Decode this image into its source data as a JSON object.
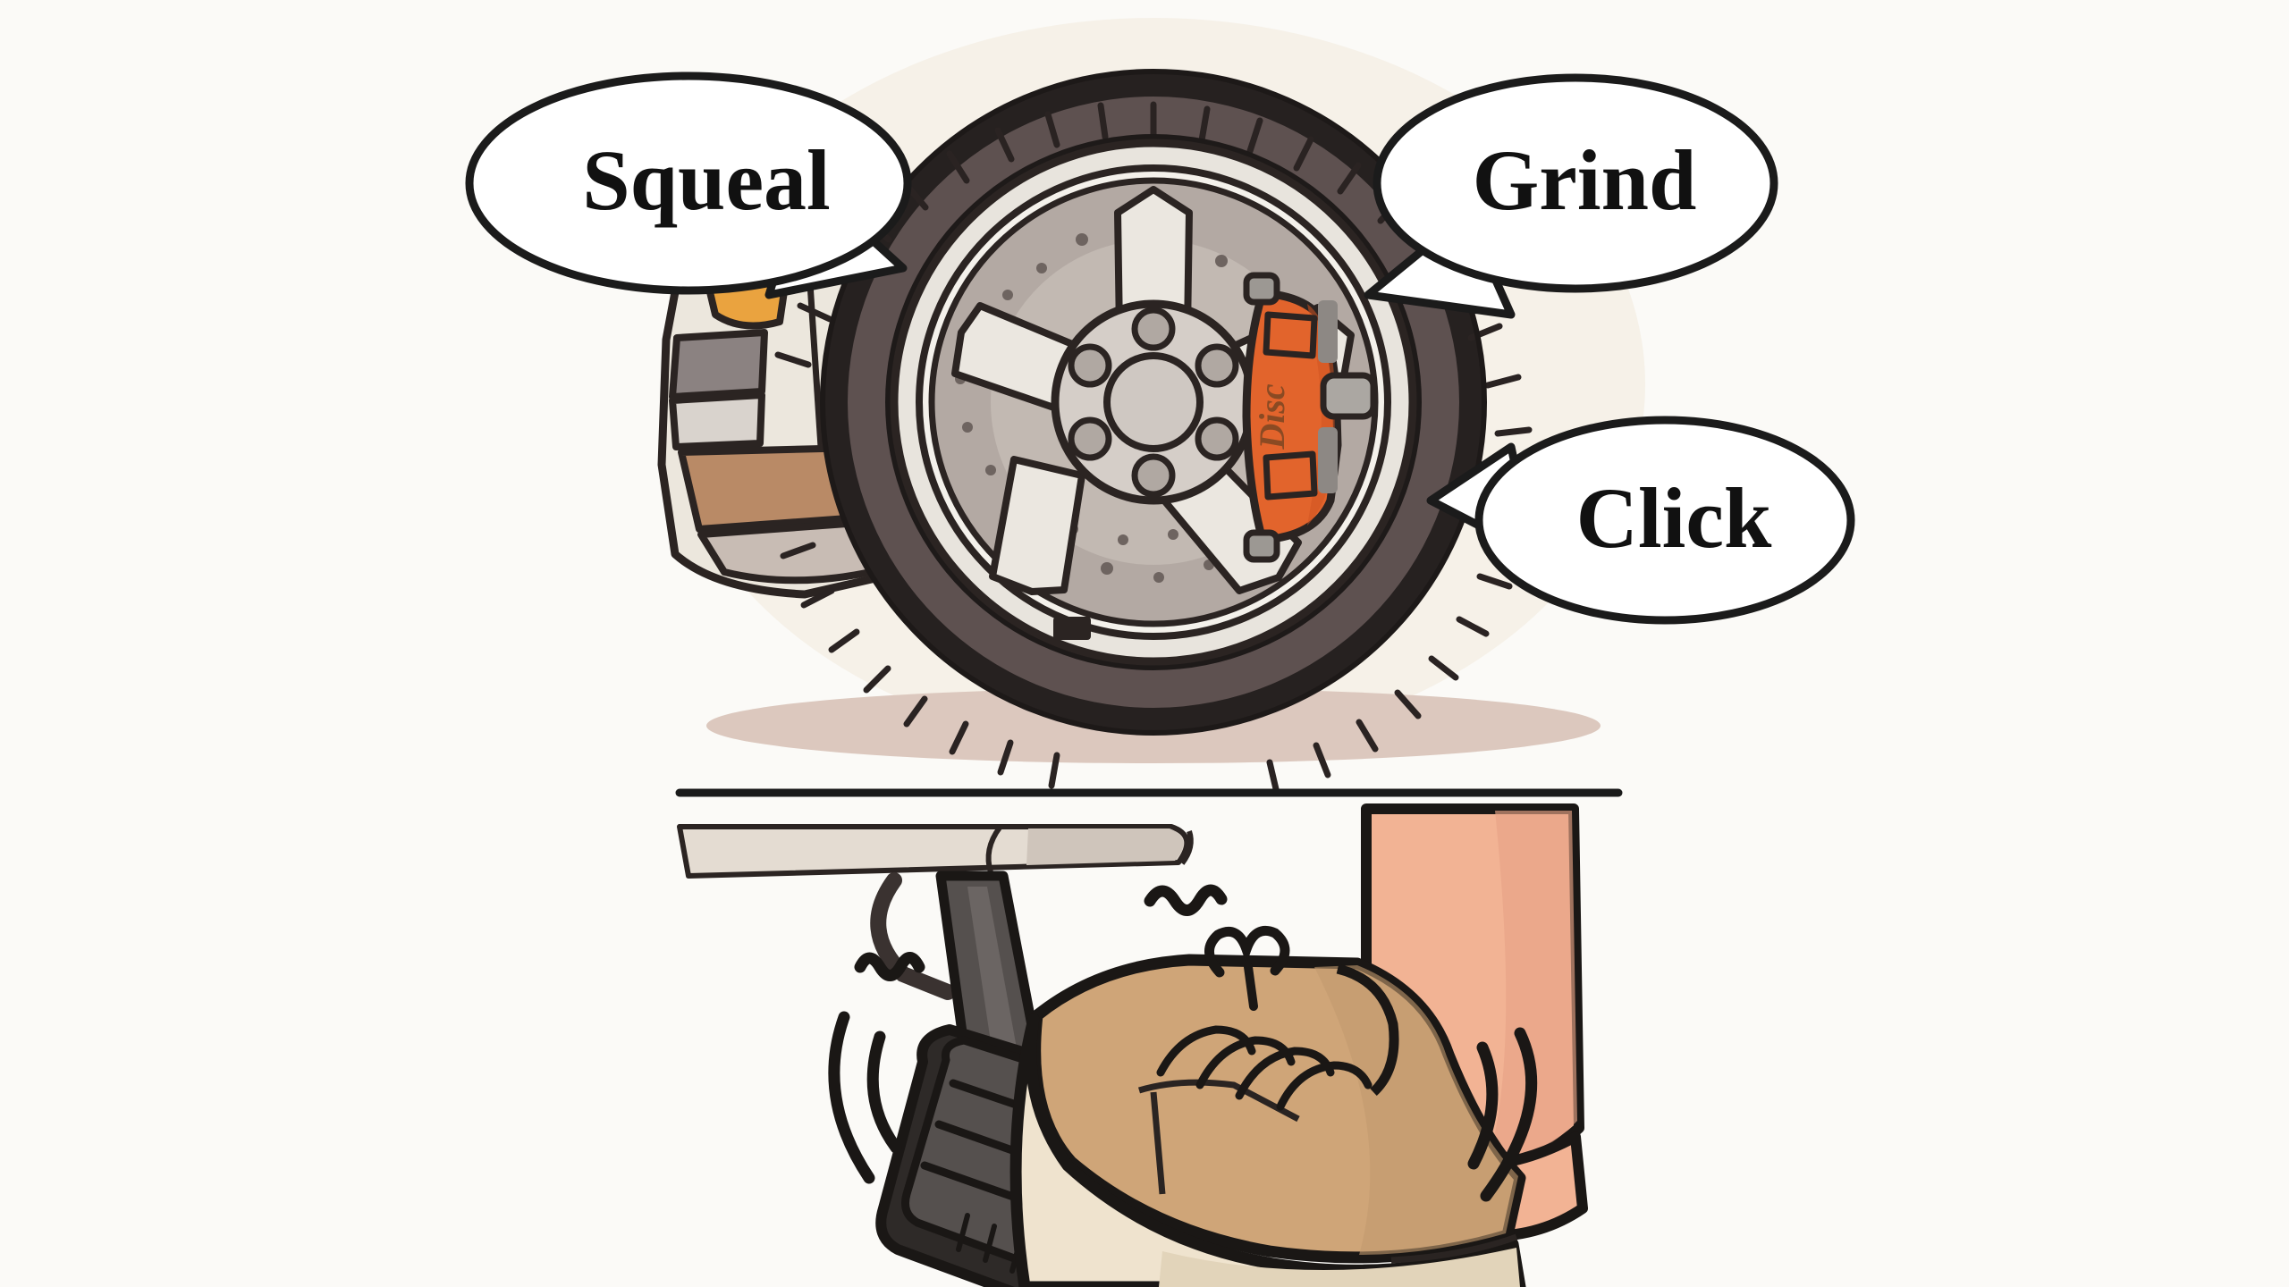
{
  "scene": {
    "title": "Brake Noise Diagnosis Illustration",
    "subject": "Car wheel with disc brake above, foot pressing brake pedal below",
    "background_color": "#fbfaf7",
    "divider_line_color": "#1a1a1a"
  },
  "speech_bubbles": [
    {
      "id": "squeal",
      "label": "Squeal",
      "position": "upper-left",
      "tail_direction": "down-right",
      "fill": "#ffffff",
      "stroke": "#1b1b1b",
      "text_color": "#111111"
    },
    {
      "id": "grind",
      "label": "Grind",
      "position": "upper-right",
      "tail_direction": "down-left",
      "fill": "#ffffff",
      "stroke": "#1b1b1b",
      "text_color": "#111111"
    },
    {
      "id": "click",
      "label": "Click",
      "position": "middle-right",
      "tail_direction": "left",
      "fill": "#ffffff",
      "stroke": "#1b1b1b",
      "text_color": "#111111"
    }
  ],
  "wheel": {
    "name": "front-wheel-assembly",
    "tire_outer_color": "#262120",
    "tire_sidewall_color": "#5e5150",
    "tire_tread_tick_color": "#2a2322",
    "rim_color": "#e8e4dd",
    "rim_highlight": "#f4f1eb",
    "rotor_color": "#b3a9a3",
    "rotor_inner_color": "#c9c1ba",
    "hub_color": "#cfc8c2",
    "lug_color": "#b0a8a2",
    "lug_count": 6,
    "spoke_count": 5,
    "outline_color": "#2b2422",
    "shadow_color": "#d9c6bd",
    "halo_color": "#f2ece2"
  },
  "caliper": {
    "name": "brake-caliper",
    "body_color": "#e2642c",
    "body_shade": "#cf5322",
    "outline_color": "#2b2422",
    "bolt_color": "#9c9893",
    "brand_text": "Disc",
    "brand_text_color": "#8a4a23"
  },
  "car_body": {
    "name": "car-fender-and-bumper",
    "panels": [
      {
        "name": "turn-signal",
        "color": "#eaa33f"
      },
      {
        "name": "body-panel-white",
        "color": "#ece7dd"
      },
      {
        "name": "dark-grey-vent",
        "color": "#8b8281"
      },
      {
        "name": "light-grey-panel",
        "color": "#d9d3cd"
      },
      {
        "name": "bumper-tan",
        "color": "#b98a66"
      },
      {
        "name": "lower-skirt",
        "color": "#c8bcb4"
      }
    ],
    "outline_color": "#2b2422"
  },
  "pedal_area": {
    "name": "brake-pedal-assembly",
    "floor_panel_color": "#e4dcd2",
    "floor_panel_shade": "#cfc5bb",
    "pedal_arm_color": "#3a3230",
    "pedal_pad_color": "#55504e",
    "pedal_pad_dark": "#2e2a28",
    "pedal_rib_color": "#6b6563",
    "outline_color": "#1a1715"
  },
  "foot": {
    "name": "foot-on-pedal",
    "skin_color": "#f2b394",
    "skin_shade": "#e7a385",
    "shoe_upper_color": "#cfa578",
    "shoe_upper_shade": "#c29a6e",
    "shoe_sole_color": "#efe3ce",
    "shoe_sole_shade": "#e2d4ba",
    "lace_color": "#e8dcc6",
    "outline_color": "#1a1715"
  },
  "motion_marks": {
    "name": "vibration-lines",
    "color": "#1a1715",
    "left_group": [
      "squiggle",
      "arc-long",
      "arc-short"
    ],
    "right_group": [
      "squiggle",
      "arc-short",
      "arc-long"
    ]
  }
}
